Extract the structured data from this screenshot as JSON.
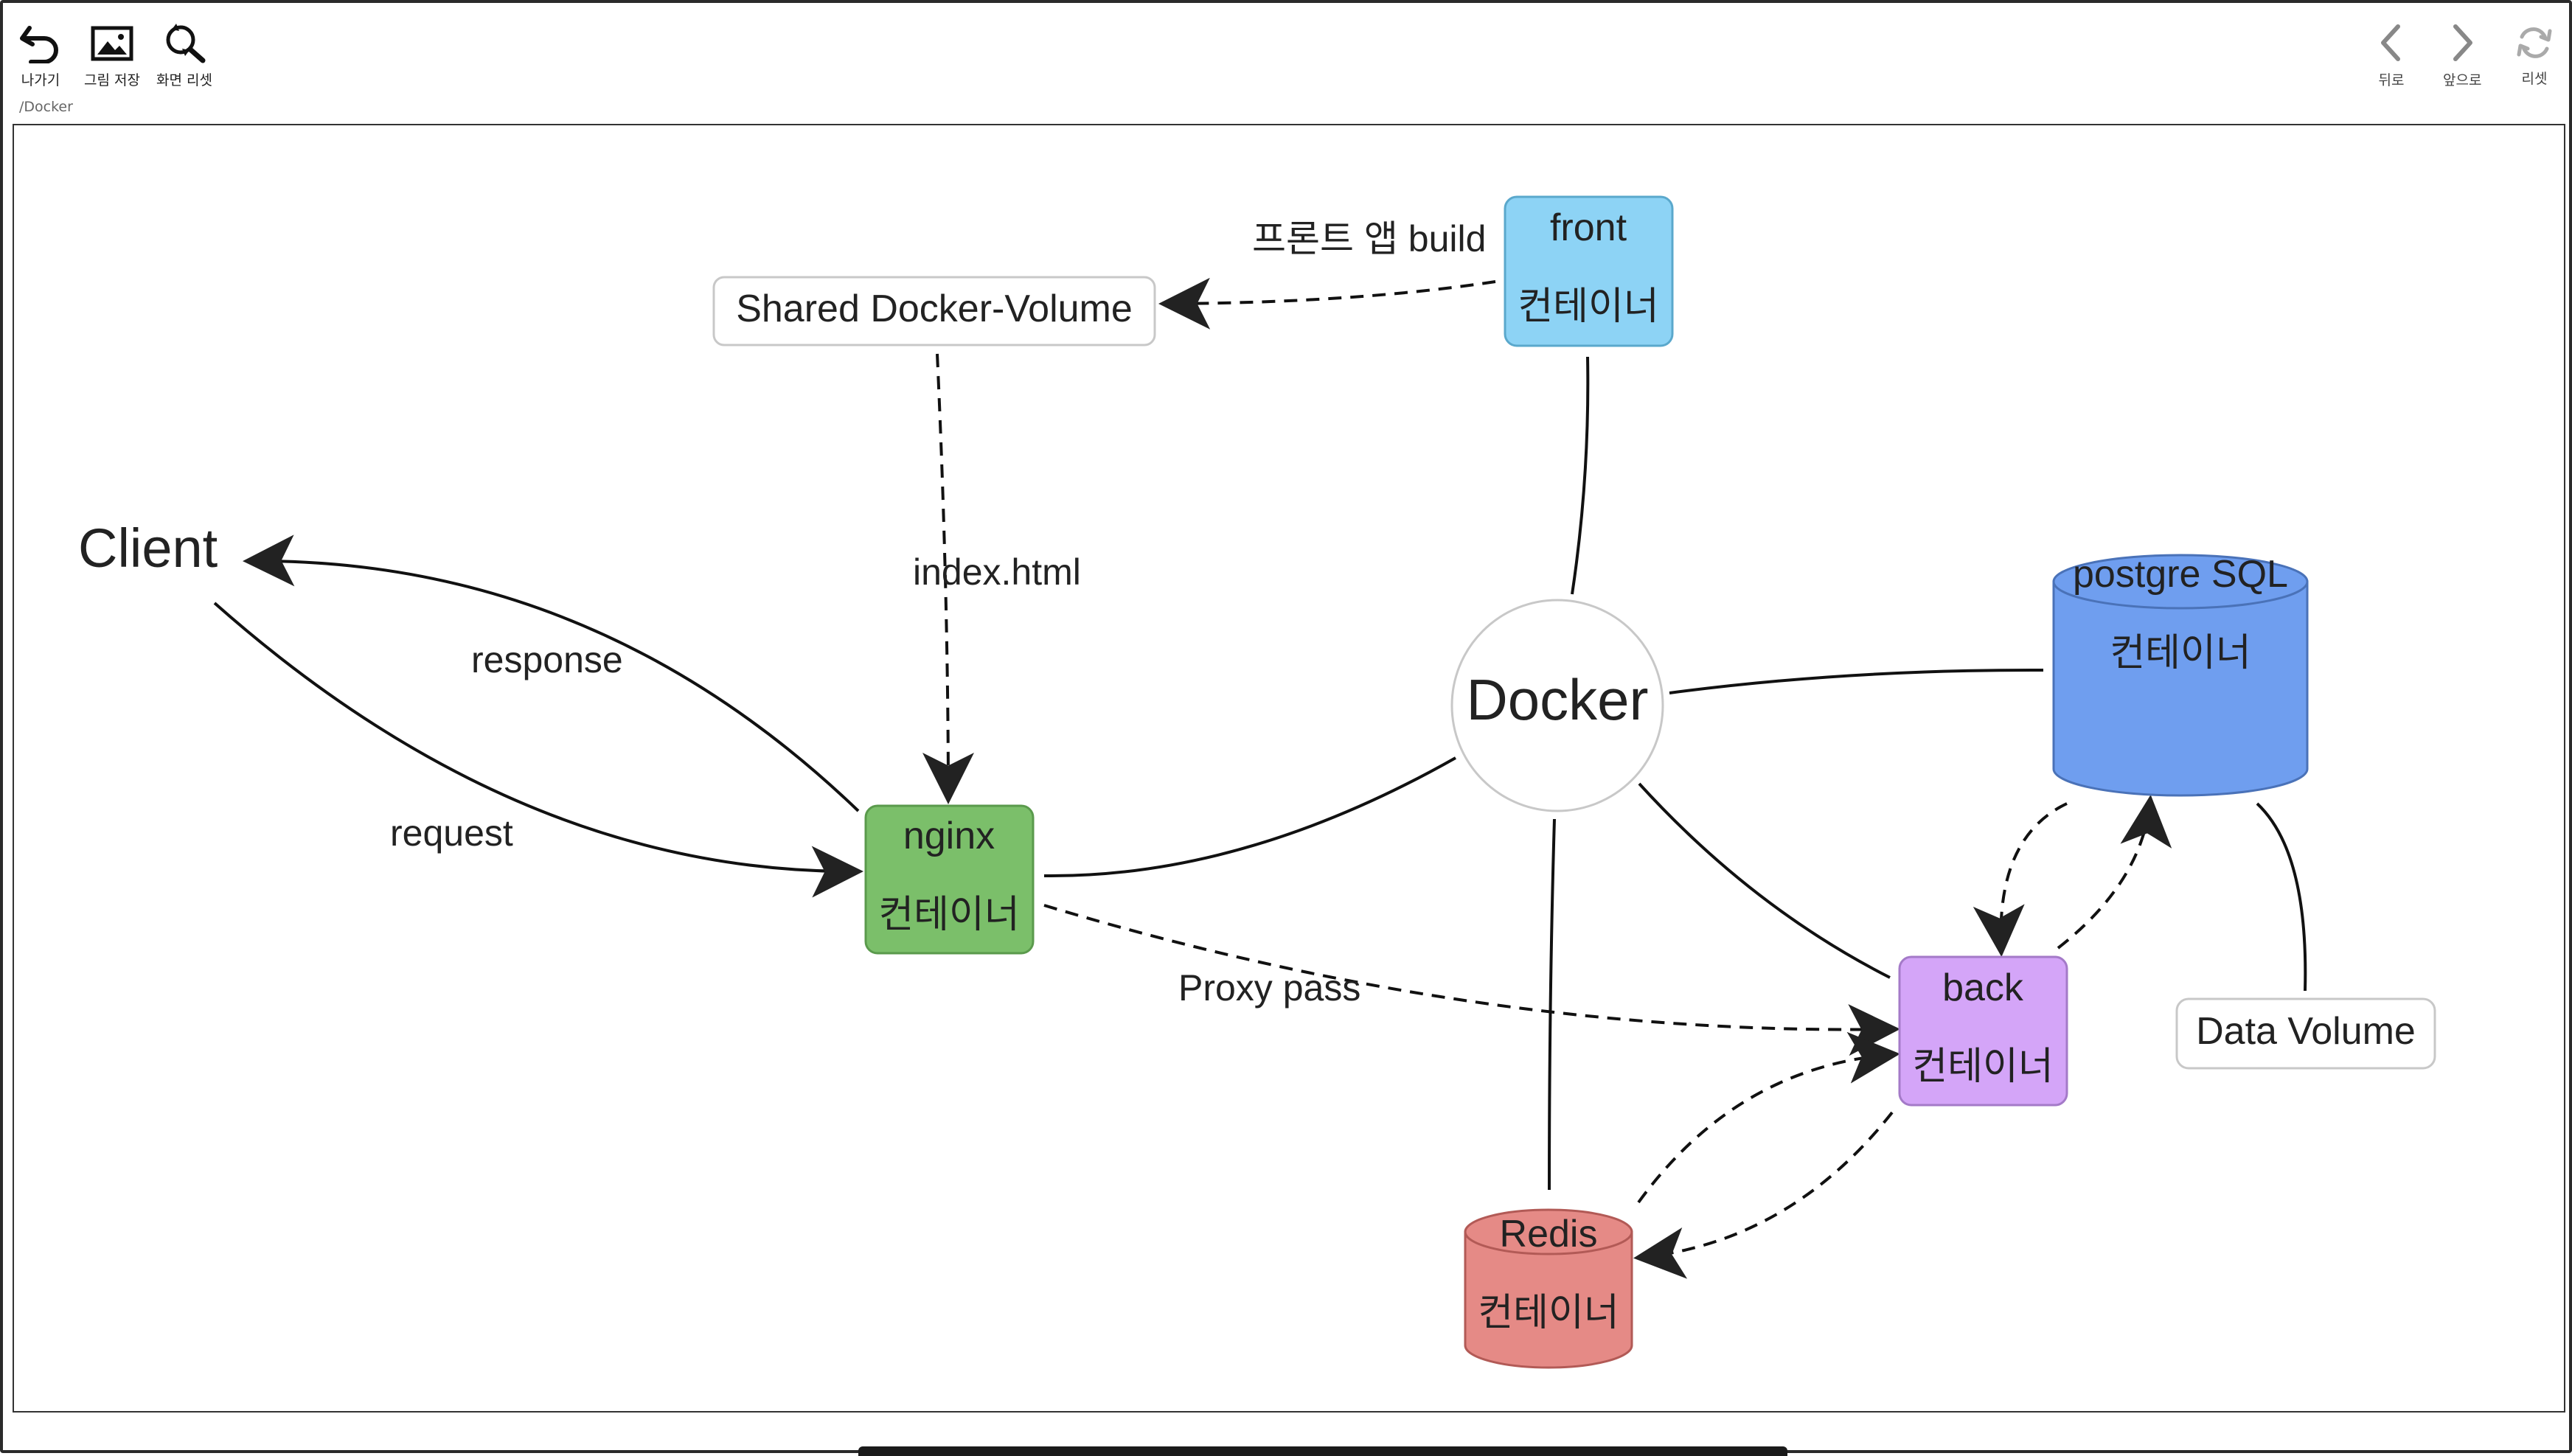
{
  "toolbar": {
    "exit_label": "나가기",
    "save_image_label": "그림 저장",
    "reset_view_label": "화면 리셋"
  },
  "nav": {
    "back_label": "뒤로",
    "forward_label": "앞으로",
    "reset_label": "리셋"
  },
  "breadcrumb": "/Docker",
  "diagram": {
    "nodes": {
      "client": "Client",
      "docker": "Docker",
      "shared_volume": "Shared Docker-Volume",
      "data_volume": "Data Volume",
      "front": {
        "title": "front",
        "subtitle": "컨테이너",
        "color": "#8dd3f5"
      },
      "nginx": {
        "title": "nginx",
        "subtitle": "컨테이너",
        "color": "#7bbf6a"
      },
      "back": {
        "title": "back",
        "subtitle": "컨테이너",
        "color": "#d4a5f8"
      },
      "postgres": {
        "title": "postgre SQL",
        "subtitle": "컨테이너",
        "color": "#6f9eef"
      },
      "redis": {
        "title": "Redis",
        "subtitle": "컨테이너",
        "color": "#e58a86"
      }
    },
    "edges": {
      "front_build": "프론트 앱 build",
      "index_html": "index.html",
      "response": "response",
      "request": "request",
      "proxy_pass": "Proxy pass"
    }
  }
}
